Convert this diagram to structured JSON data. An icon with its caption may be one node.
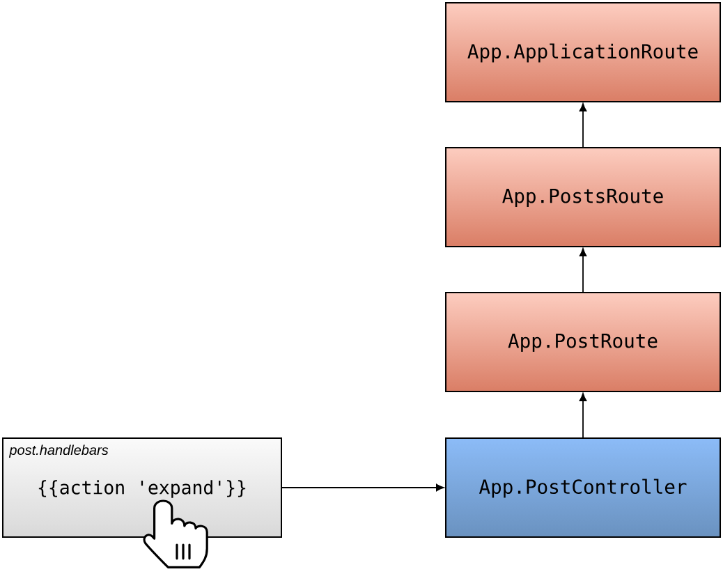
{
  "diagram": {
    "nodes": [
      {
        "text": [
          "App.ApplicationRoute"
        ]
      },
      {
        "text": [
          "App.PostsRoute"
        ]
      },
      {
        "text": [
          "App.PostRoute"
        ]
      },
      {
        "text": [
          "post.handlebars",
          "{{action 'expand'}}"
        ]
      },
      {
        "text": [
          "App.PostController"
        ]
      }
    ],
    "edges": [
      {
        "from": 1,
        "to": 0,
        "arrow": "to"
      },
      {
        "from": 2,
        "to": 1,
        "arrow": "to"
      },
      {
        "from": 4,
        "to": 2,
        "arrow": "to"
      },
      {
        "from": 3,
        "to": 4,
        "arrow": "to"
      }
    ]
  }
}
